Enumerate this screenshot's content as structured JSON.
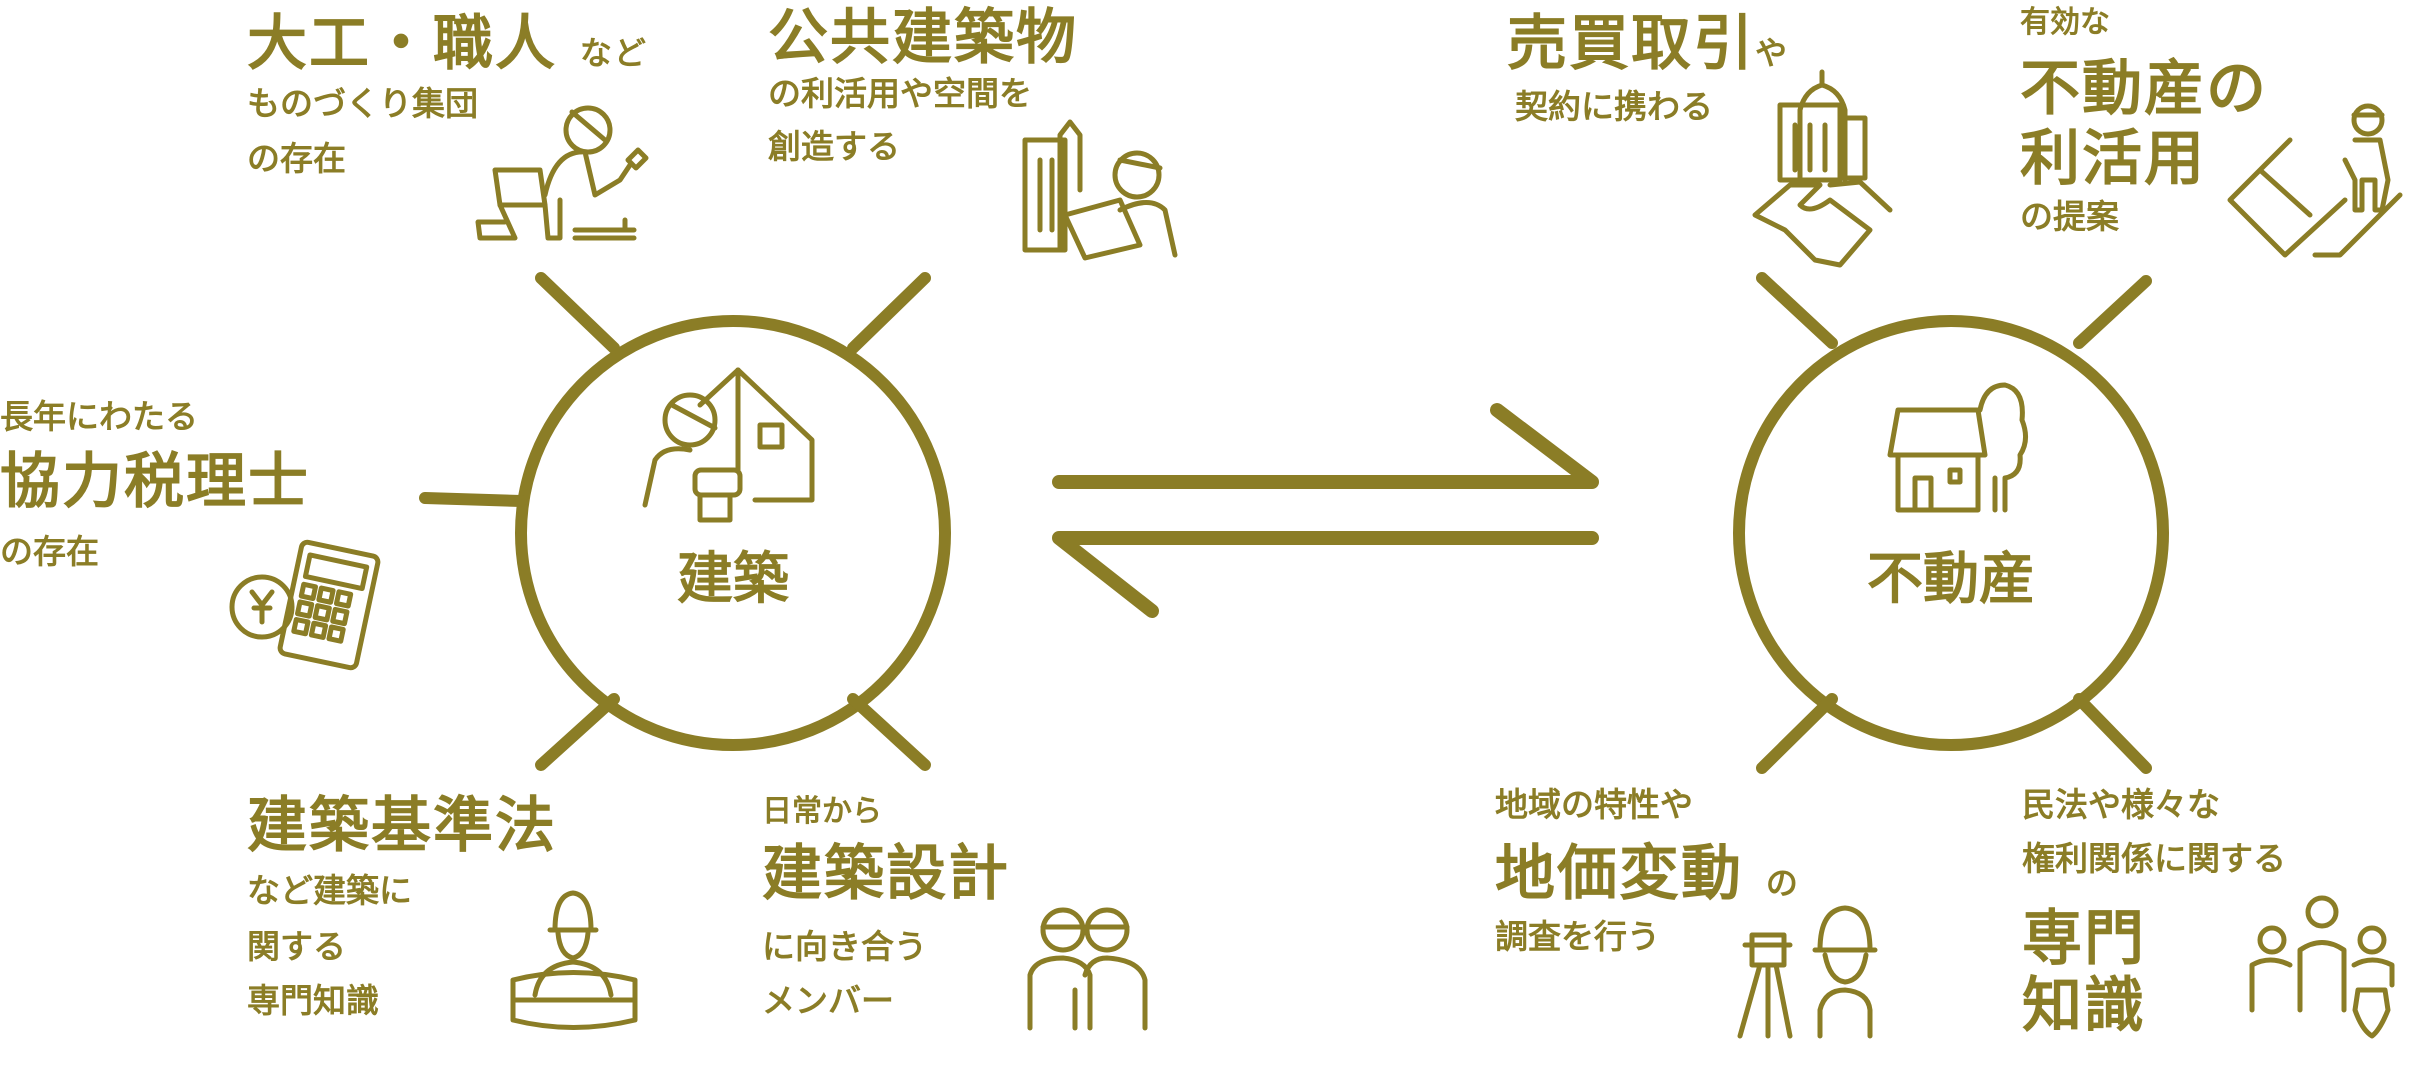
{
  "colors": {
    "accent": "#8b7d26",
    "background": "#ffffff"
  },
  "left_hub": {
    "label": "建築",
    "icon": "worker-with-house-icon",
    "items": [
      {
        "title": "大工・職人",
        "suffix": "など",
        "lines": [
          "ものづくり集団",
          "の存在"
        ],
        "icon": "carpenter-hammer-icon"
      },
      {
        "title": "公共建築物",
        "lines": [
          "の利活用や空間を",
          "創造する"
        ],
        "icon": "building-worker-icon"
      },
      {
        "prefix": "長年にわたる",
        "title": "協力税理士",
        "lines": [
          "の存在"
        ],
        "icon": "calculator-yen-icon"
      },
      {
        "title": "建築基準法",
        "lines": [
          "など建築に",
          "関する",
          "専門知識"
        ],
        "icon": "architect-plan-icon"
      },
      {
        "prefix": "日常から",
        "title": "建築設計",
        "lines": [
          "に向き合う",
          "メンバー"
        ],
        "icon": "two-workers-icon"
      }
    ]
  },
  "right_hub": {
    "label": "不動産",
    "icon": "house-tree-icon",
    "items": [
      {
        "title": "売買取引",
        "suffix": "や",
        "lines": [
          "契約に携わる"
        ],
        "icon": "handshake-building-icon"
      },
      {
        "prefix": "有効な",
        "title": "不動産の",
        "title2": "利活用",
        "lines": [
          "の提案"
        ],
        "icon": "surveyor-plan-icon"
      },
      {
        "prefix": "地域の特性や",
        "title": "地価変動",
        "suffix": "の",
        "lines": [
          "調査を行う"
        ],
        "icon": "theodolite-surveyor-icon"
      },
      {
        "prefix": "民法や様々な",
        "prefix2": "権利関係に関する",
        "title": "専門",
        "title2": "知識",
        "icon": "group-shield-icon"
      }
    ]
  },
  "connector": {
    "icon": "bidirectional-arrows-icon"
  }
}
